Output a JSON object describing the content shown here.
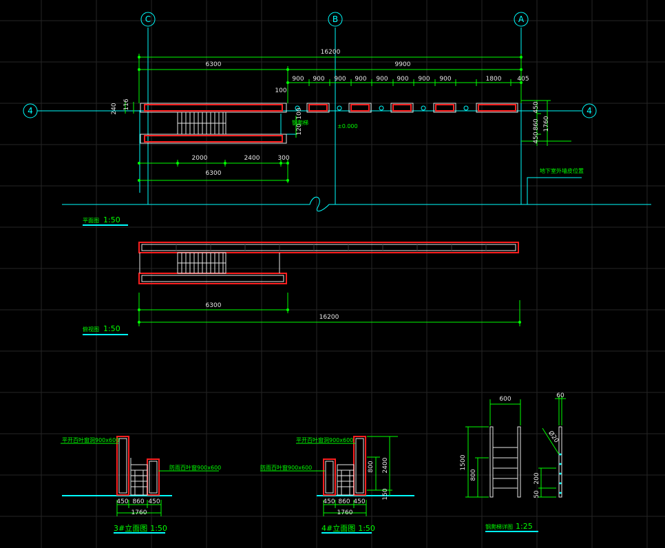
{
  "drawing": {
    "grid_labels": {
      "c": "C",
      "b": "B",
      "a": "A",
      "left_4": "4",
      "right_4": "4"
    },
    "plan": {
      "title": "平面图",
      "scale": "1:50",
      "dims": {
        "total": "16200",
        "left_span": "6300",
        "right_span": "9900",
        "segments": [
          "900",
          "900",
          "900",
          "900",
          "900",
          "900",
          "900",
          "900",
          "1800",
          "405"
        ],
        "d100": "100",
        "d240": "240",
        "d116": "116",
        "d120": "120",
        "d100b": "100",
        "lower": [
          "2000",
          "2400",
          "300"
        ],
        "lower_total": "6300",
        "right_v": [
          "450",
          "860",
          "450"
        ],
        "right_v_total": "1760"
      },
      "notes": {
        "ladder": "钢爬梯",
        "level": "±0.000",
        "ground_line": "地下室外墙皮位置"
      }
    },
    "roof": {
      "title": "俯视图",
      "scale": "1:50",
      "dims": {
        "d6300": "6300",
        "d16200": "16200"
      }
    },
    "elev3": {
      "title": "3#立面图",
      "scale": "1:50",
      "notes": {
        "top": "平开百叶窗洞900x600",
        "right": "防雨百叶窗900x600"
      },
      "dims": [
        "450",
        "860",
        "450"
      ],
      "total": "1760"
    },
    "elev4": {
      "title": "4#立面图",
      "scale": "1:50",
      "notes": {
        "top": "平开百叶窗洞900x600",
        "left": "防雨百叶窗900x600"
      },
      "dims_h": [
        "450",
        "860",
        "450"
      ],
      "total": "1760",
      "dims_v": [
        "800",
        "2400",
        "150"
      ]
    },
    "ladder": {
      "title": "钢爬梯详图",
      "scale": "1:25",
      "dims": {
        "w600": "600",
        "w60": "60",
        "h1500": "1500",
        "h800": "800",
        "h200": "200",
        "h50": "50",
        "d100": "Ø20"
      }
    }
  },
  "colors": {
    "background": "#000000",
    "axis": "#00ffff",
    "wall": "#ff0000",
    "dimension": "#00ff00",
    "text": "#e8e8e8",
    "grid": "#2a2a2a"
  }
}
